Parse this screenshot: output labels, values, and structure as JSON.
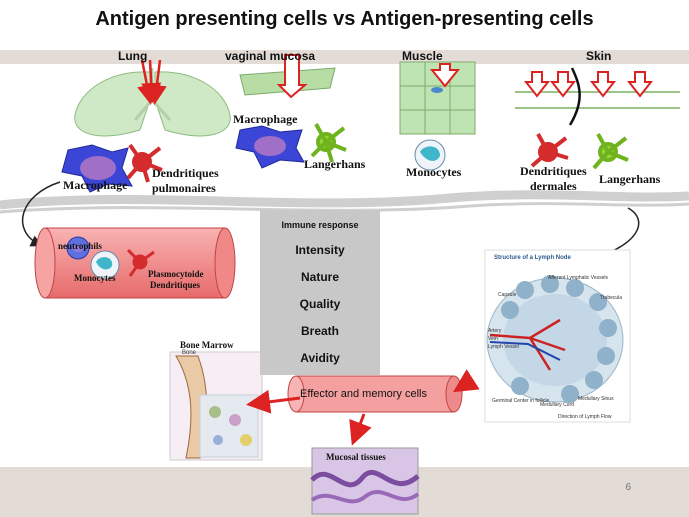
{
  "slide": {
    "title": "Antigen presenting cells vs Antigen-presenting cells",
    "page_number": "6"
  },
  "sites": {
    "lung": "Lung",
    "vaginal": "vaginal  mucosa",
    "muscle": "Muscle",
    "skin": "Skin"
  },
  "cells": {
    "macrophage_lung": "Macrophage",
    "dendritic_pulm_1": "Dendritiques",
    "dendritic_pulm_2": "pulmonaires",
    "macrophage_vag": "Macrophage",
    "langerhans_vag": "Langerhans",
    "monocytes_muscle": "Monocytes",
    "dendritic_derm_1": "Dendritiques",
    "dendritic_derm_2": "dermales",
    "langerhans_skin": "Langerhans"
  },
  "vessel": {
    "neutrophils": "neutrophils",
    "monocytes": "Monocytes",
    "plasmacytoid_1": "Plasmocytoide",
    "plasmacytoid_2": "Dendritiques"
  },
  "immune_box": {
    "heading": "Immune response",
    "items": [
      "Intensity",
      "Nature",
      "Quality",
      "Breath",
      "Avidity"
    ]
  },
  "lymph": {
    "title": "Structure of a Lymph Node",
    "labels": [
      "Capsule",
      "Artery",
      "Vein",
      "Lymph Vessel",
      "Trabecula",
      "Afferent Lymphatic Vessels",
      "Germinal Center in follicle",
      "Medullary Cord",
      "Medullary Sinus",
      "Direction of Lymph Flow"
    ]
  },
  "bone": {
    "title": "Bone Marrow",
    "sub": "Bone"
  },
  "effector": "Effector and memory cells",
  "mucosal": "Mucosal  tissues",
  "colors": {
    "arrow_red": "#dd2222",
    "vessel_pink": "#f28a8a",
    "band": "#e2dbd6",
    "box_gray": "#c8c8c8"
  }
}
